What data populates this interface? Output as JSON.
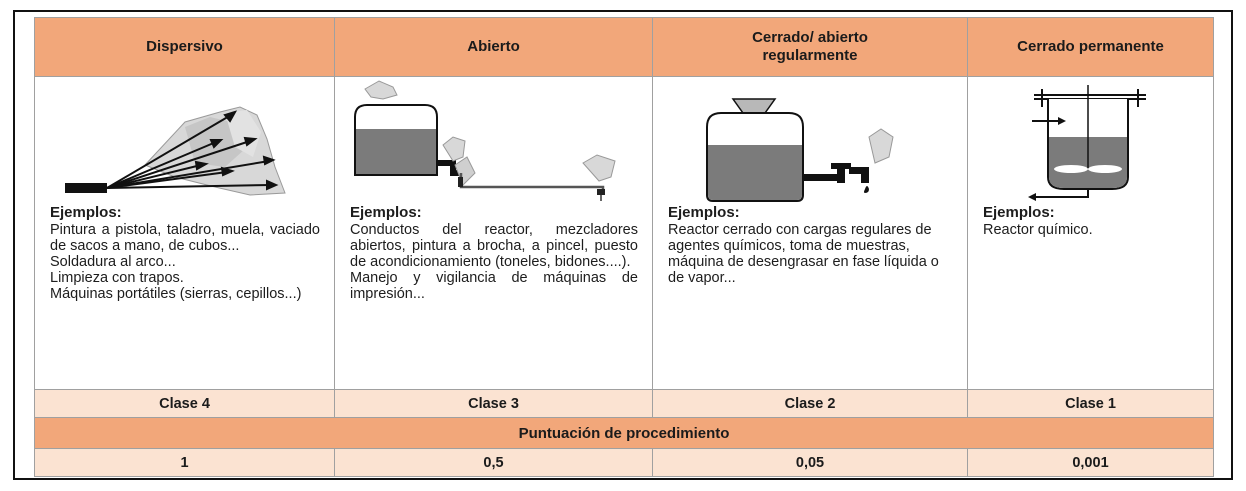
{
  "columns": [
    {
      "header": "Dispersivo",
      "illustration_icon": "spray-dispersion-icon",
      "examples_label": "Ejemplos:",
      "examples_text": "Pintura a pistola, taladro, muela, vaciado de sacos a mano, de cubos...\nSoldadura al arco...\nLimpieza con trapos.\nMáquinas portátiles (sierras, cepillos...)",
      "class_label": "Clase 4",
      "score": "1"
    },
    {
      "header": "Abierto",
      "illustration_icon": "open-tank-icon",
      "examples_label": "Ejemplos:",
      "examples_text": "Conductos del reactor, mezcladores abiertos, pintura a brocha, a pincel, puesto de acondicionamiento (toneles, bidones....).\nManejo y vigilancia de máquinas de impresión...",
      "class_label": "Clase 3",
      "score": "0,5"
    },
    {
      "header": "Cerrado/ abierto regularmente",
      "illustration_icon": "funnel-tank-icon",
      "examples_label": "Ejemplos:",
      "examples_text": "Reactor cerrado con cargas regulares de agentes químicos, toma de muestras, máquina de desengrasar en fase líquida o de vapor...",
      "class_label": "Clase 2",
      "score": "0,05"
    },
    {
      "header": "Cerrado permanente",
      "illustration_icon": "closed-reactor-icon",
      "examples_label": "Ejemplos:",
      "examples_text": "Reactor químico.",
      "class_label": "Clase 1",
      "score": "0,001"
    }
  ],
  "score_row_label": "Puntuación de procedimiento",
  "colors": {
    "header_orange": "#f2a77a",
    "light_peach": "#fbe3d2",
    "tank_fill": "#7b7b7b"
  }
}
